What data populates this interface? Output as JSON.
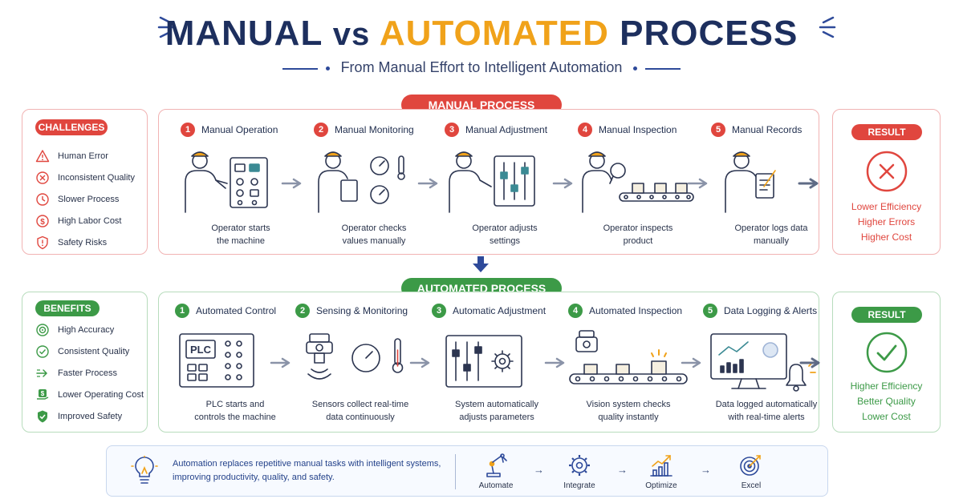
{
  "header": {
    "title_part1": "MANUAL",
    "title_vs": "vs",
    "title_part2": "AUTOMATED",
    "title_part3": "PROCESS",
    "subtitle": "From Manual Effort to Intelligent Automation"
  },
  "manual": {
    "section_label": "MANUAL PROCESS",
    "challenges_label": "CHALLENGES",
    "challenges": [
      {
        "label": "Human Error",
        "icon": "warning-icon"
      },
      {
        "label": "Inconsistent Quality",
        "icon": "x-circle-icon"
      },
      {
        "label": "Slower Process",
        "icon": "clock-icon"
      },
      {
        "label": "High Labor Cost",
        "icon": "dollar-icon"
      },
      {
        "label": "Safety Risks",
        "icon": "shield-alert-icon"
      }
    ],
    "steps": [
      {
        "num": "1",
        "title": "Manual Operation",
        "desc_line1": "Operator starts",
        "desc_line2": "the machine",
        "icon": "operator-control-panel-icon"
      },
      {
        "num": "2",
        "title": "Manual Monitoring",
        "desc_line1": "Operator checks",
        "desc_line2": "values manually",
        "icon": "operator-gauges-icon"
      },
      {
        "num": "3",
        "title": "Manual Adjustment",
        "desc_line1": "Operator adjusts",
        "desc_line2": "settings",
        "icon": "operator-sliders-icon"
      },
      {
        "num": "4",
        "title": "Manual Inspection",
        "desc_line1": "Operator inspects",
        "desc_line2": "product",
        "icon": "operator-magnifier-icon"
      },
      {
        "num": "5",
        "title": "Manual Records",
        "desc_line1": "Operator logs data",
        "desc_line2": "manually",
        "icon": "operator-clipboard-icon"
      }
    ],
    "result_label": "RESULT",
    "result_lines": [
      "Lower Efficiency",
      "Higher Errors",
      "Higher Cost"
    ]
  },
  "automated": {
    "section_label": "AUTOMATED PROCESS",
    "benefits_label": "BENEFITS",
    "benefits": [
      {
        "label": "High Accuracy",
        "icon": "target-icon"
      },
      {
        "label": "Consistent Quality",
        "icon": "check-circle-icon"
      },
      {
        "label": "Faster Process",
        "icon": "fast-arrow-icon"
      },
      {
        "label": "Lower Operating Cost",
        "icon": "money-hand-icon"
      },
      {
        "label": "Improved Safety",
        "icon": "shield-check-icon"
      }
    ],
    "steps": [
      {
        "num": "1",
        "title": "Automated Control",
        "desc_line1": "PLC starts and",
        "desc_line2": "controls the machine",
        "icon": "plc-icon",
        "plc_text": "PLC"
      },
      {
        "num": "2",
        "title": "Sensing & Monitoring",
        "desc_line1": "Sensors collect real-time",
        "desc_line2": "data continuously",
        "icon": "sensor-gauge-icon"
      },
      {
        "num": "3",
        "title": "Automatic Adjustment",
        "desc_line1": "System automatically",
        "desc_line2": "adjusts parameters",
        "icon": "sliders-gear-icon"
      },
      {
        "num": "4",
        "title": "Automated Inspection",
        "desc_line1": "Vision system checks",
        "desc_line2": "quality instantly",
        "icon": "vision-conveyor-icon"
      },
      {
        "num": "5",
        "title": "Data Logging & Alerts",
        "desc_line1": "Data logged automatically",
        "desc_line2": "with real-time alerts",
        "icon": "monitor-bell-icon"
      }
    ],
    "result_label": "RESULT",
    "result_lines": [
      "Higher Efficiency",
      "Better Quality",
      "Lower Cost"
    ]
  },
  "banner": {
    "text_line1": "Automation replaces repetitive manual tasks with intelligent systems,",
    "text_line2": "improving productivity, quality, and safety.",
    "items": [
      {
        "label": "Automate",
        "icon": "robot-arm-icon"
      },
      {
        "label": "Integrate",
        "icon": "gear-icon"
      },
      {
        "label": "Optimize",
        "icon": "growth-chart-icon"
      },
      {
        "label": "Excel",
        "icon": "target-arrow-icon"
      }
    ],
    "arrow": "→"
  },
  "colors": {
    "navy": "#1d2f5e",
    "orange": "#f0a21a",
    "red": "#e0463e",
    "green": "#3c9a47",
    "blue": "#2e4a9a"
  }
}
